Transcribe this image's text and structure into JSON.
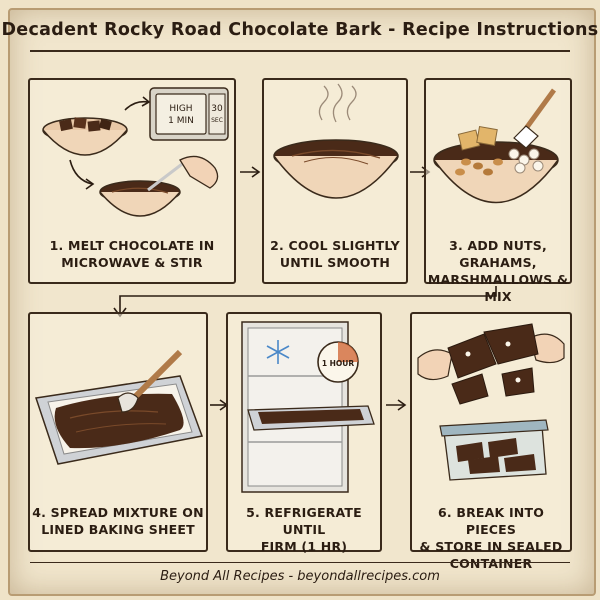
{
  "title": "Decadent Rocky Road Chocolate Bark - Recipe Instructions",
  "microwave": {
    "setting": "HIGH",
    "time": "1 MIN",
    "display": "30",
    "display_unit": "SEC"
  },
  "timer_label": "1 HOUR",
  "steps": [
    {
      "line1": "1. MELT CHOCOLATE IN",
      "line2": "MICROWAVE & STIR",
      "line3": ""
    },
    {
      "line1": "2. COOL SLIGHTLY",
      "line2": "UNTIL SMOOTH",
      "line3": ""
    },
    {
      "line1": "3. ADD NUTS, GRAHAMS,",
      "line2": "MARSHMALLOWS & MIX",
      "line3": ""
    },
    {
      "line1": "4. SPREAD MIXTURE ON",
      "line2": "LINED BAKING SHEET",
      "line3": ""
    },
    {
      "line1": "5. REFRIGERATE UNTIL",
      "line2": "FIRM (1 HR)",
      "line3": ""
    },
    {
      "line1": "6. BREAK INTO PIECES",
      "line2": "& STORE IN SEALED",
      "line3": "CONTAINER"
    }
  ],
  "footer": "Beyond All Recipes - beyondallrecipes.com",
  "colors": {
    "chocolate": "#4a2a18",
    "paper": "#f1e6cd",
    "ink": "#2b1d12",
    "bowl": "#e9c8a6"
  }
}
